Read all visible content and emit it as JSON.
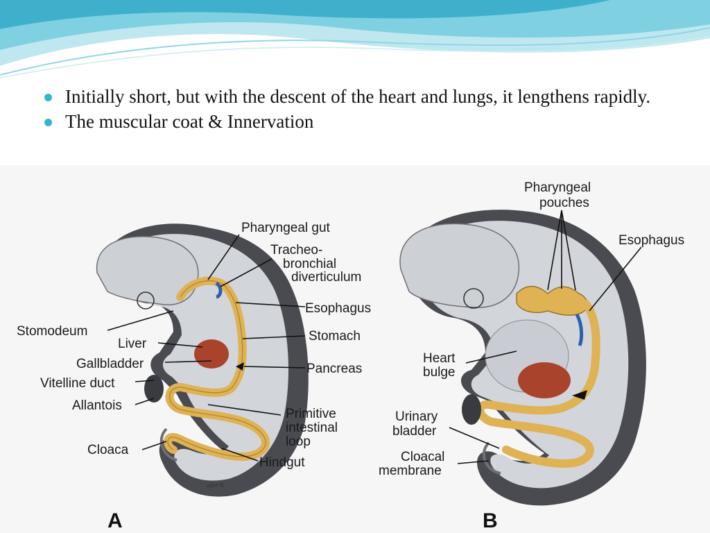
{
  "slide": {
    "bullets": [
      "Initially short, but with the descent of the heart and lungs, it lengthens rapidly.",
      "The muscular coat  & Innervation"
    ],
    "accent_color": "#35b4cf"
  },
  "figure": {
    "panels": [
      "A",
      "B"
    ],
    "signature": "after K",
    "panel_a_labels": {
      "pharyngeal_gut": "Pharyngeal gut",
      "tracheo_1": "Tracheo-",
      "tracheo_2": "bronchial",
      "tracheo_3": "diverticulum",
      "esophagus": "Esophagus",
      "stomodeum": "Stomodeum",
      "liver": "Liver",
      "stomach": "Stomach",
      "gallbladder": "Gallbladder",
      "pancreas": "Pancreas",
      "vitelline_duct": "Vitelline duct",
      "allantois": "Allantois",
      "primitive_1": "Primitive",
      "primitive_2": "intestinal",
      "primitive_3": "loop",
      "cloaca": "Cloaca",
      "hindgut": "Hindgut"
    },
    "panel_b_labels": {
      "pharyngeal_1": "Pharyngeal",
      "pharyngeal_2": "pouches",
      "esophagus": "Esophagus",
      "heart_1": "Heart",
      "heart_2": "bulge",
      "urinary_1": "Urinary",
      "urinary_2": "bladder",
      "cloacal_1": "Cloacal",
      "cloacal_2": "membrane"
    },
    "colors": {
      "gut": "#dfb253",
      "liver": "#a9432c",
      "body": "#cfd2d7",
      "outer": "#4a4b50",
      "vessel": "#2f5fa8"
    }
  }
}
